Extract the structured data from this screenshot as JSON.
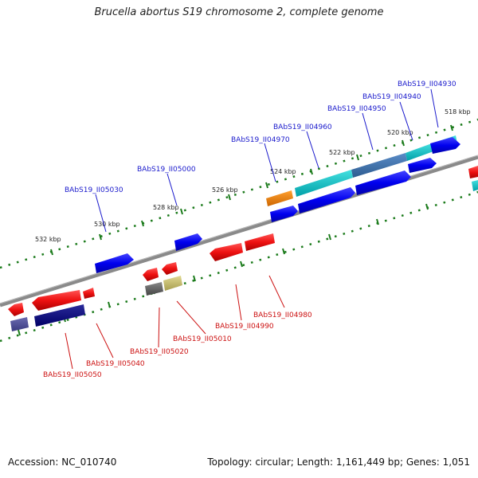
{
  "title": "Brucella abortus S19 chromosome 2, complete genome",
  "footer": {
    "accession": "Accession: NC_010740",
    "summary": "Topology: circular; Length: 1,161,449 bp; Genes: 1,051"
  },
  "colors": {
    "backbone": "#8a8a8a",
    "forward_label": "#1a1acc",
    "reverse_label": "#cc1111",
    "tick": "#1a7a1a"
  },
  "kbp_labels": [
    "518 kbp",
    "520 kbp",
    "522 kbp",
    "524 kbp",
    "526 kbp",
    "528 kbp",
    "530 kbp",
    "532 kbp"
  ],
  "forward_gene_labels": [
    "BAbS19_II04930",
    "BAbS19_II04940",
    "BAbS19_II04950",
    "BAbS19_II04960",
    "BAbS19_II04970",
    "BAbS19_II05000",
    "BAbS19_II05030"
  ],
  "reverse_gene_labels": [
    "BAbS19_II04980",
    "BAbS19_II04990",
    "BAbS19_II05010",
    "BAbS19_II05020",
    "BAbS19_II05040",
    "BAbS19_II05050"
  ]
}
